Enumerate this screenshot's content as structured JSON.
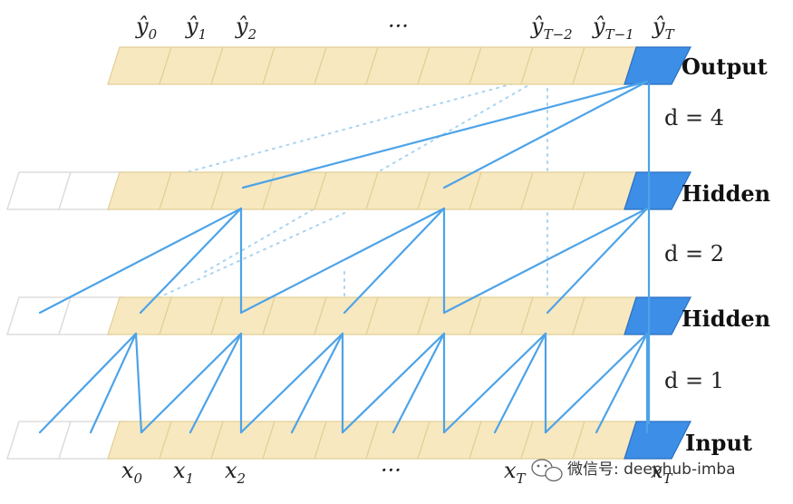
{
  "colors": {
    "cell_fill": "#f7e8bf",
    "cell_stroke": "#e2cf97",
    "pad_stroke": "#dddddd",
    "active_fill": "#3d8ee6",
    "active_stroke": "#2b6fc0",
    "edge": "#4da3e8",
    "dotted": "#a9d4f2",
    "axis": "#4da3e8"
  },
  "layers": [
    {
      "id": "output",
      "label": "Output",
      "pad_cells": 0
    },
    {
      "id": "hidden2",
      "label": "Hidden",
      "pad_cells": 2
    },
    {
      "id": "hidden1",
      "label": "Hidden",
      "pad_cells": 2
    },
    {
      "id": "input",
      "label": "Input",
      "pad_cells": 2
    }
  ],
  "dilations": [
    {
      "label": "d = 4",
      "var": "d",
      "value": "4"
    },
    {
      "label": "d = 2",
      "var": "d",
      "value": "2"
    },
    {
      "label": "d = 1",
      "var": "d",
      "value": "1"
    }
  ],
  "output_labels": [
    {
      "base": "ŷ",
      "sub": "0"
    },
    {
      "base": "ŷ",
      "sub": "1"
    },
    {
      "base": "ŷ",
      "sub": "2"
    },
    {
      "base": "···",
      "sub": ""
    },
    {
      "base": "ŷ",
      "sub": "T−2"
    },
    {
      "base": "ŷ",
      "sub": "T−1"
    },
    {
      "base": "ŷ",
      "sub": "T"
    }
  ],
  "input_labels": [
    {
      "base": "x",
      "sub": "0"
    },
    {
      "base": "x",
      "sub": "1"
    },
    {
      "base": "x",
      "sub": "2"
    },
    {
      "base": "···",
      "sub": ""
    },
    {
      "base": "x",
      "sub": "T"
    },
    {
      "base": "x",
      "sub": "T"
    }
  ],
  "watermark": {
    "icon": "wechat-icon",
    "text": "微信号: deephub-imba"
  }
}
